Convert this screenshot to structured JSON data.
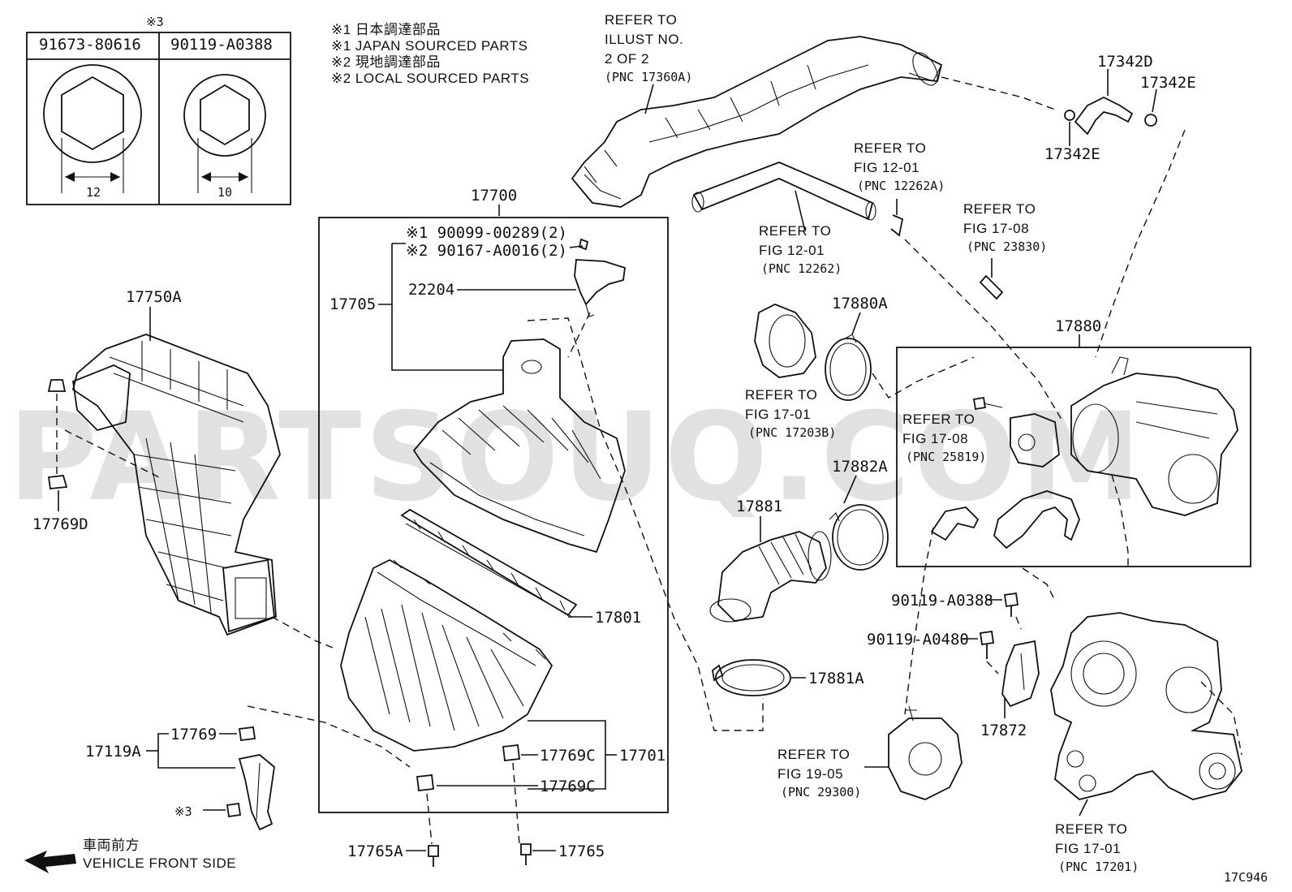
{
  "watermark": "PARTSOUQ.COM",
  "diagram_code": "17C946",
  "notes": {
    "n1_jp": "※1 日本調達部品",
    "n1_en": "※1 JAPAN SOURCED PARTS",
    "n2_jp": "※2 現地調達部品",
    "n2_en": "※2 LOCAL SOURCED PARTS"
  },
  "inset": {
    "mark": "※3",
    "left_part": "91673-80616",
    "right_part": "90119-A0388",
    "left_size": "12",
    "right_size": "10"
  },
  "refs": {
    "r17360a": [
      "REFER TO",
      "ILLUST NO.",
      "2 OF 2",
      "(PNC 17360A)"
    ],
    "r12262a": [
      "REFER TO",
      "FIG 12-01",
      "(PNC 12262A)"
    ],
    "r12262": [
      "REFER TO",
      "FIG 12-01",
      "(PNC 12262)"
    ],
    "r23830": [
      "REFER TO",
      "FIG 17-08",
      "(PNC 23830)"
    ],
    "r17203b": [
      "REFER TO",
      "FIG 17-01",
      "(PNC 17203B)"
    ],
    "r25819": [
      "REFER TO",
      "FIG 17-08",
      "(PNC 25819)"
    ],
    "r29300": [
      "REFER TO",
      "FIG 19-05",
      "(PNC 29300)"
    ],
    "r17201": [
      "REFER TO",
      "FIG 17-01",
      "(PNC 17201)"
    ]
  },
  "labels": {
    "p17700": "17700",
    "p90099": "※1 90099-00289(2)",
    "p90167": "※2 90167-A0016(2)",
    "p17705": "17705",
    "p22204": "22204",
    "p17750a": "17750A",
    "p17769d": "17769D",
    "p17801": "17801",
    "p17769": "17769",
    "p17119a": "17119A",
    "p3mark": "※3",
    "p17769c1": "17769C",
    "p17769c2": "17769C",
    "p17701": "17701",
    "p17765a": "17765A",
    "p17765": "17765",
    "p17342d": "17342D",
    "p17342e_top": "17342E",
    "p17342e_bot": "17342E",
    "p17880a": "17880A",
    "p17880": "17880",
    "p17882a": "17882A",
    "p17881": "17881",
    "p17881a": "17881A",
    "p90119a0388": "90119-A0388",
    "p90119a0480": "90119-A0480",
    "p17872": "17872"
  },
  "direction": {
    "jp": "車両前方",
    "en": "VEHICLE FRONT SIDE"
  }
}
